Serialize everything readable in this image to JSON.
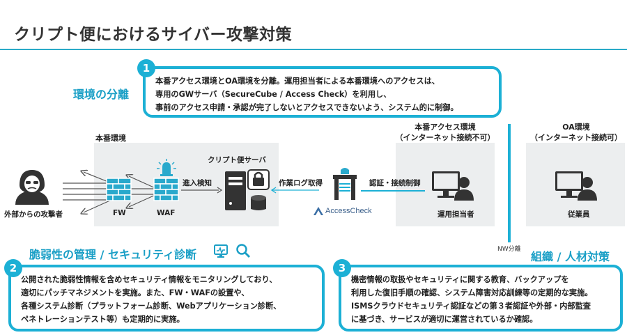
{
  "page_title": "クリプト便におけるサイバー攻撃対策",
  "section1": {
    "heading": "環境の分離",
    "number": "1",
    "lines": [
      "本番アクセス環境とOA環境を分離。運用担当者による本番環境へのアクセスは、",
      "専用のGWサーバ（SecureCube / Access Check）を利用し、",
      "事前のアクセス申請・承認が完了しないとアクセスできないよう、システム的に制御。"
    ]
  },
  "diagram": {
    "prod_zone_label": "本番環境",
    "attacker_label": "外部からの攻撃者",
    "fw_label": "FW",
    "waf_label": "WAF",
    "intrusion_label": "進入検知",
    "server_label": "クリプト便サーバ",
    "log_label": "作業ログ取得",
    "auth_label": "認証・接続制御",
    "access_check_label": "AccessCheck",
    "prod_access_label_1": "本番アクセス環境",
    "prod_access_label_2": "（インターネット接続不可）",
    "operator_label": "運用担当者",
    "oa_label_1": "OA環境",
    "oa_label_2": "（インターネット接続可）",
    "employee_label": "従業員",
    "nw_label": "NW分離"
  },
  "section2": {
    "heading": "脆弱性の管理 / セキュリティ診断",
    "number": "2",
    "lines": [
      "公開された脆弱性情報を含めセキュリティ情報をモニタリングしており、",
      "適切にパッチマネジメントを実施。また、FW・WAFの設置や、",
      "各種システム診断（プラットフォーム診断、Webアプリケーション診断、",
      "ペネトレーションテスト等）も定期的に実施。"
    ]
  },
  "section3": {
    "heading": "組織 / 人材対策",
    "number": "3",
    "lines": [
      "機密情報の取扱やセキュリティに関する教育、バックアップを",
      "利用した復旧手順の確認、システム障害対応訓練等の定期的な実施。",
      "ISMSクラウドセキュリティ認証などの第３者認証や外部・内部監査",
      "に基づき、サービスが適切に運営されているか確認。"
    ]
  },
  "colors": {
    "accent": "#1cb0d5",
    "zone": "#eceeef",
    "brick": "#29a9cc",
    "icon": "#333333"
  }
}
